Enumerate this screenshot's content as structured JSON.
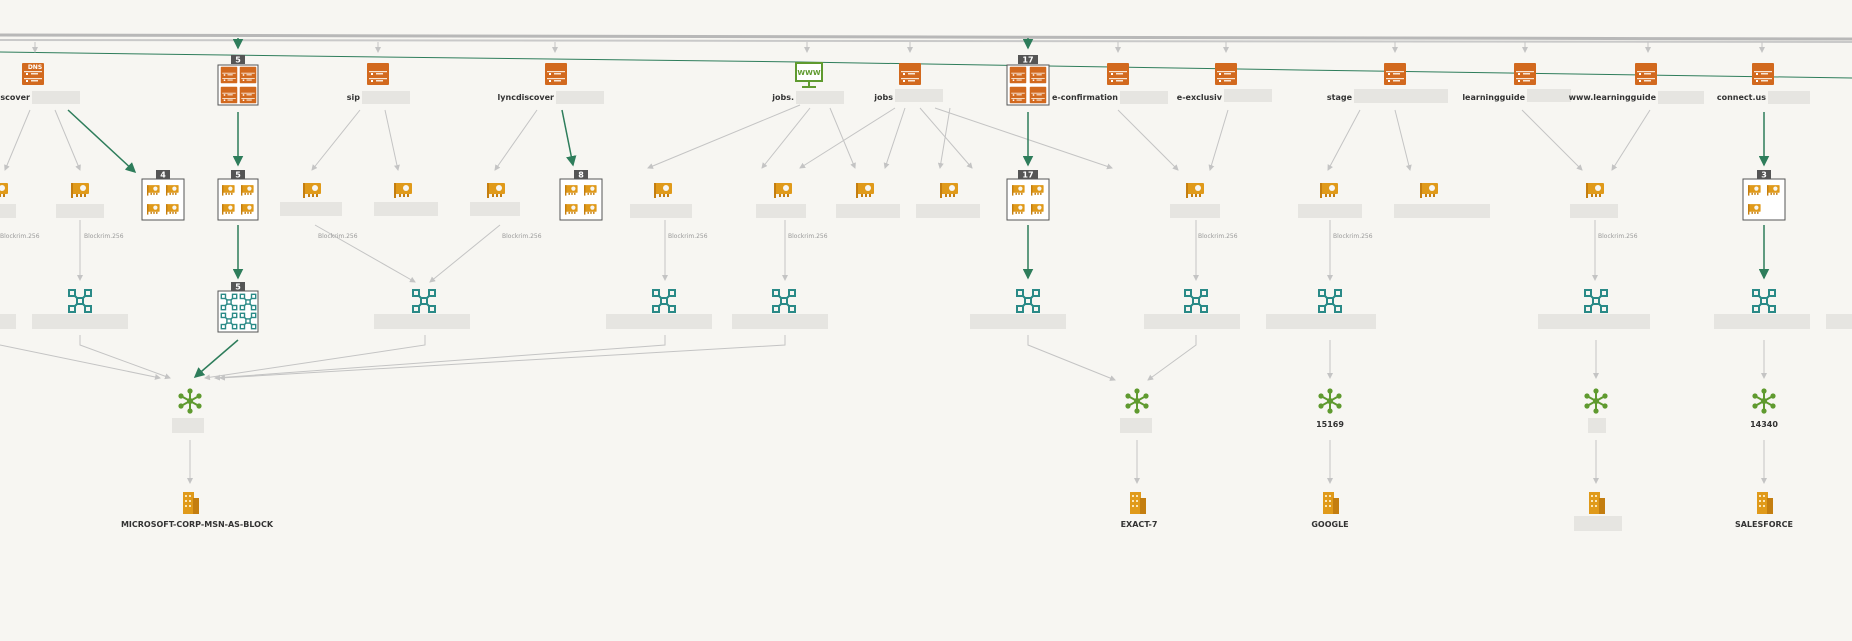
{
  "colors": {
    "background": "#f7f6f2",
    "dns": "#d2691e",
    "card": "#e09a1a",
    "server": "#2a8a87",
    "asn": "#5f9a2f",
    "org": "#e09a1a",
    "accent_line": "#2e7d5b",
    "edge": "#c4c4c4"
  },
  "icons": {
    "dns_record": "dns-server-icon",
    "network_card": "network-card-icon",
    "host": "host-cluster-icon",
    "asn": "asn-hub-icon",
    "organization": "building-icon",
    "website": "www-monitor-icon"
  },
  "dns_nodes": [
    {
      "label": "odiscover",
      "badge_text": "DNS"
    },
    {
      "label": "",
      "badge": "5",
      "group": true
    },
    {
      "label": "sip",
      "badge_text": "DNS"
    },
    {
      "label": "lyncdiscover",
      "badge_text": "DNS"
    },
    {
      "label": "jobs.",
      "badge_text": "WWW"
    },
    {
      "label": "jobs",
      "badge_text": "DNS"
    },
    {
      "label": "",
      "badge": "17",
      "group": true
    },
    {
      "label": "e-confirmation",
      "badge_text": "DNS"
    },
    {
      "label": "e-exclusiv",
      "badge_text": "DNS"
    },
    {
      "label": "stage",
      "badge_text": "DNS"
    },
    {
      "label": "learningguide",
      "badge_text": "DNS"
    },
    {
      "label": "www.learningguide",
      "badge_text": "DNS"
    },
    {
      "label": "connect.us",
      "badge_text": "DNS"
    }
  ],
  "card_groups": [
    {
      "badge": "4"
    },
    {
      "badge": "5"
    },
    {
      "badge": "8"
    },
    {
      "badge": "17"
    },
    {
      "badge": "3"
    }
  ],
  "edge_labels": [
    "Blockrim.256",
    "Blockrim.256",
    "Blockrim.256",
    "Blockrim.256",
    "Blockrim.256",
    "Blockrim.256",
    "Blockrim.256",
    "Blockrim.256",
    "Blockrim.256"
  ],
  "host_group_badge": "5",
  "asn_labels": {
    "google_asn": "15169",
    "salesforce_asn": "14340"
  },
  "organizations": [
    {
      "label": "MICROSOFT-CORP-MSN-AS-BLOCK"
    },
    {
      "label": "EXACT-7"
    },
    {
      "label": "GOOGLE"
    },
    {
      "label": ""
    },
    {
      "label": "SALESFORCE"
    }
  ]
}
